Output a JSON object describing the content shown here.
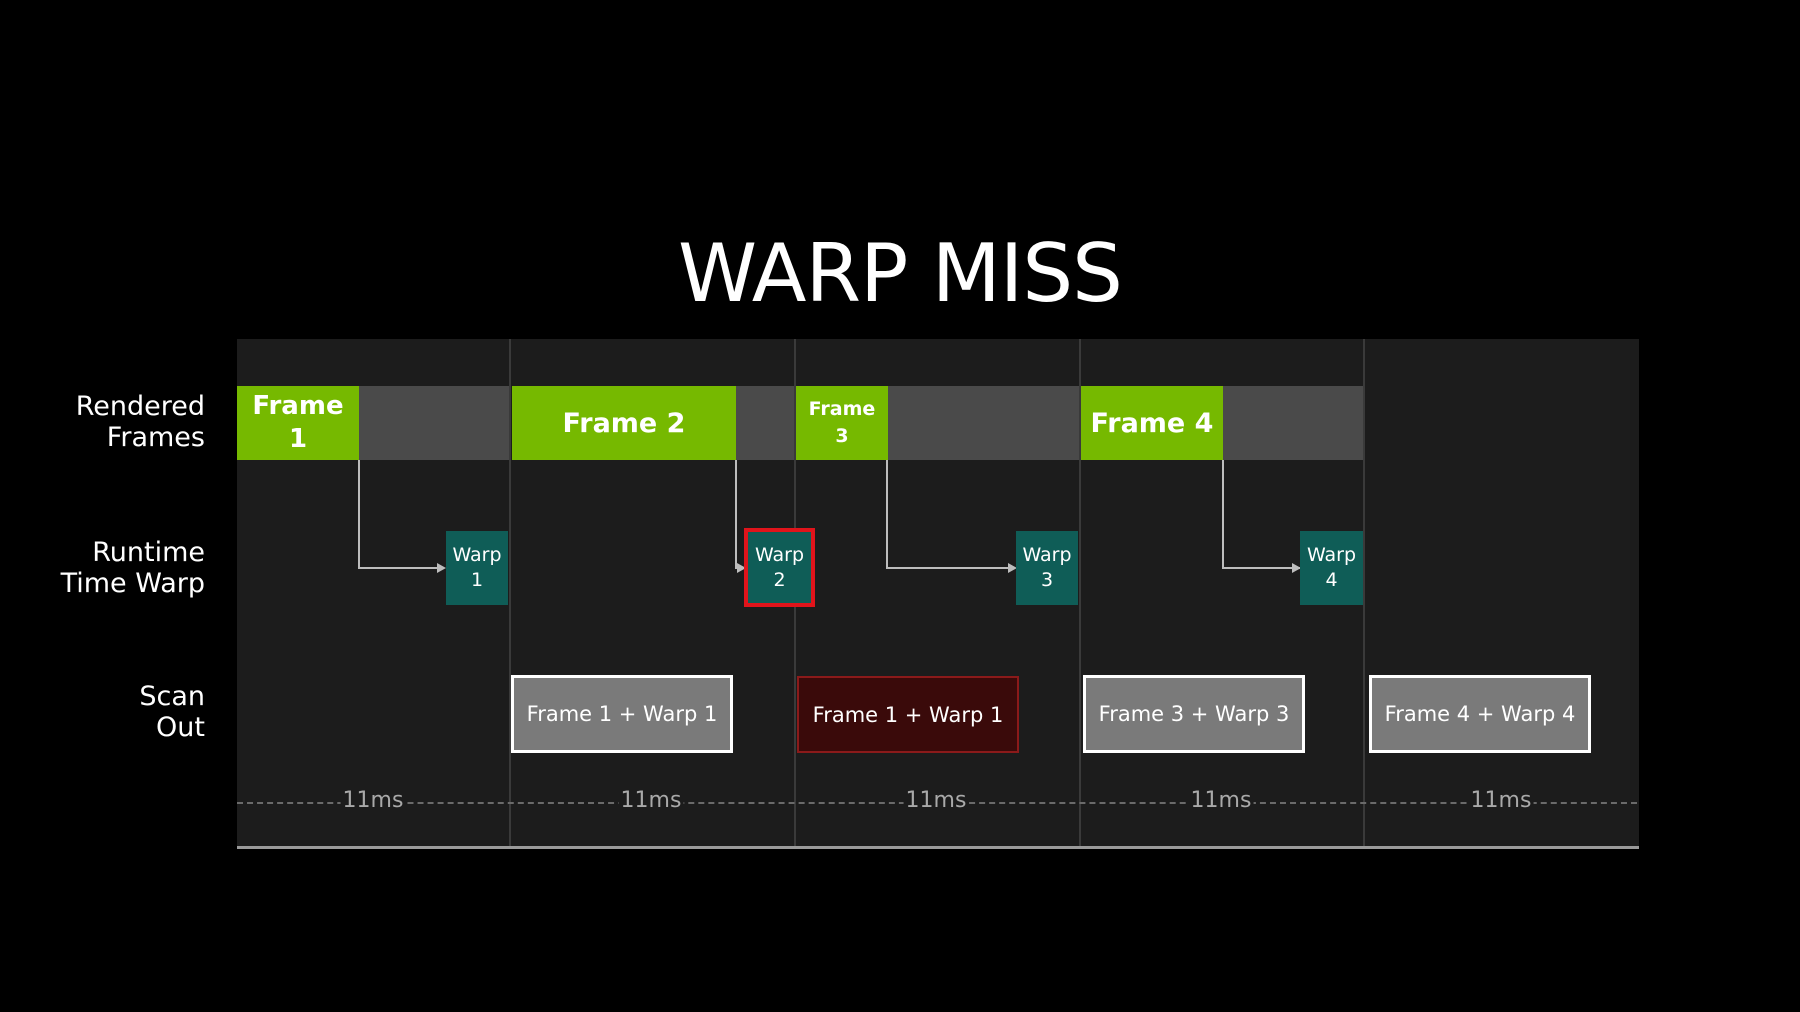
{
  "title": "WARP MISS",
  "row_labels": {
    "rendered": [
      "Rendered",
      "Frames"
    ],
    "warp": [
      "Runtime",
      "Time Warp"
    ],
    "scan": [
      "Scan",
      "Out"
    ]
  },
  "frames": [
    {
      "line1": "Frame",
      "line2": "1"
    },
    {
      "line1": "Frame 2",
      "line2": ""
    },
    {
      "line1": "Frame",
      "line2": "3"
    },
    {
      "line1": "Frame 4",
      "line2": ""
    }
  ],
  "warps": [
    {
      "line1": "Warp",
      "line2": "1",
      "missed": false
    },
    {
      "line1": "Warp",
      "line2": "2",
      "missed": true
    },
    {
      "line1": "Warp",
      "line2": "3",
      "missed": false
    },
    {
      "line1": "Warp",
      "line2": "4",
      "missed": false
    }
  ],
  "scan_out": [
    {
      "label": "Frame 1 + Warp 1",
      "missed": false
    },
    {
      "label": "Frame 1 + Warp 1",
      "missed": true
    },
    {
      "label": "Frame 3 + Warp 3",
      "missed": false
    },
    {
      "label": "Frame 4 + Warp 4",
      "missed": false
    }
  ],
  "interval_labels": [
    "11ms",
    "11ms",
    "11ms",
    "11ms",
    "11ms"
  ],
  "colors": {
    "frame_green": "#76b900",
    "warp_teal": "#0f5d57",
    "miss_red": "#e0141b",
    "scan_gray": "#7a7a7a"
  }
}
